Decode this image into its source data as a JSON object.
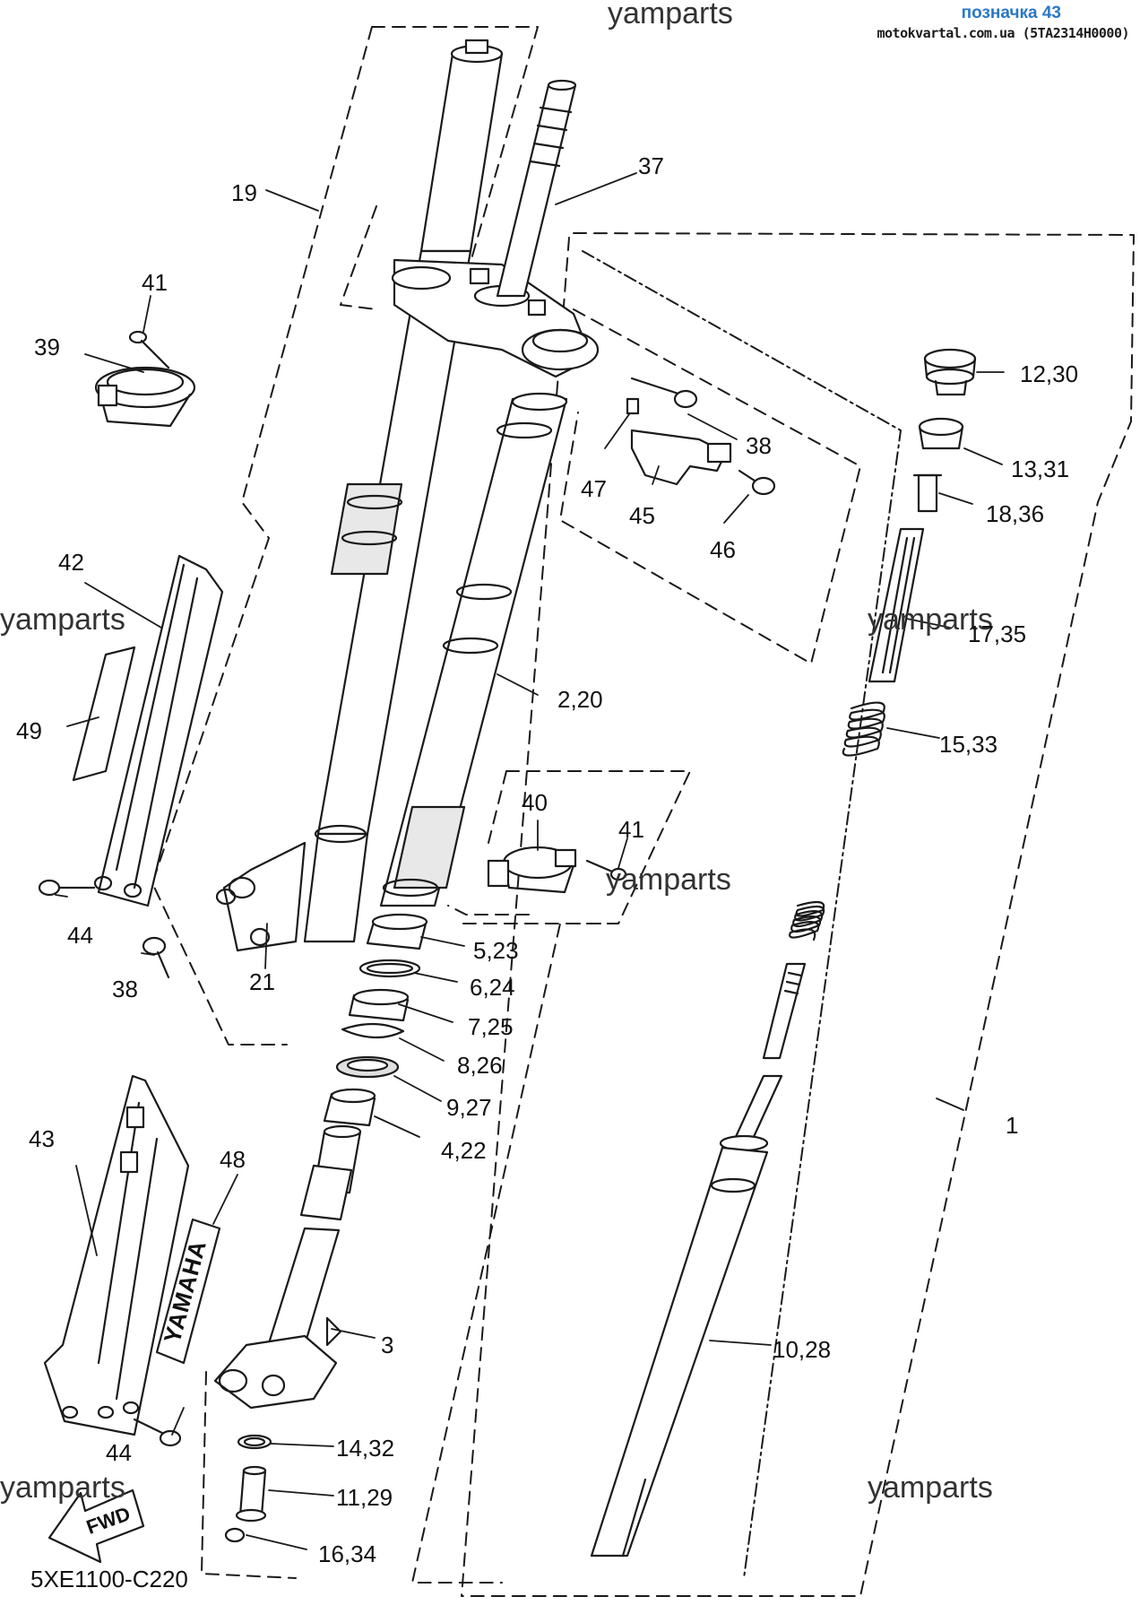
{
  "header": {
    "title": "позначка 43",
    "site": "motokvartal.com.ua (5TA2314H0000)"
  },
  "watermarks": [
    "yamparts",
    "yamparts",
    "yamparts",
    "yamparts",
    "yamparts",
    "yamparts"
  ],
  "diagram_code": "5XE1100-C220",
  "fwd_label": "FWD",
  "decal_text": "YAMAHA",
  "callouts": {
    "c1": "1",
    "c2": "2,20",
    "c3": "3",
    "c4": "4,22",
    "c5": "5,23",
    "c6": "6,24",
    "c7": "7,25",
    "c8": "8,26",
    "c9": "9,27",
    "c10": "10,28",
    "c11": "11,29",
    "c12": "12,30",
    "c13": "13,31",
    "c14": "14,32",
    "c15": "15,33",
    "c16": "16,34",
    "c17": "17,35",
    "c18": "18,36",
    "c19": "19",
    "c21": "21",
    "c37": "37",
    "c38a": "38",
    "c38b": "38",
    "c39": "39",
    "c40": "40",
    "c41a": "41",
    "c41b": "41",
    "c42": "42",
    "c43": "43",
    "c44a": "44",
    "c44b": "44",
    "c45": "45",
    "c46": "46",
    "c47": "47",
    "c48": "48",
    "c49": "49"
  },
  "colors": {
    "line": "#1a1a1a",
    "header_title": "#2b78c5",
    "fill": "#ffffff",
    "shade": "#d9d9d9"
  }
}
